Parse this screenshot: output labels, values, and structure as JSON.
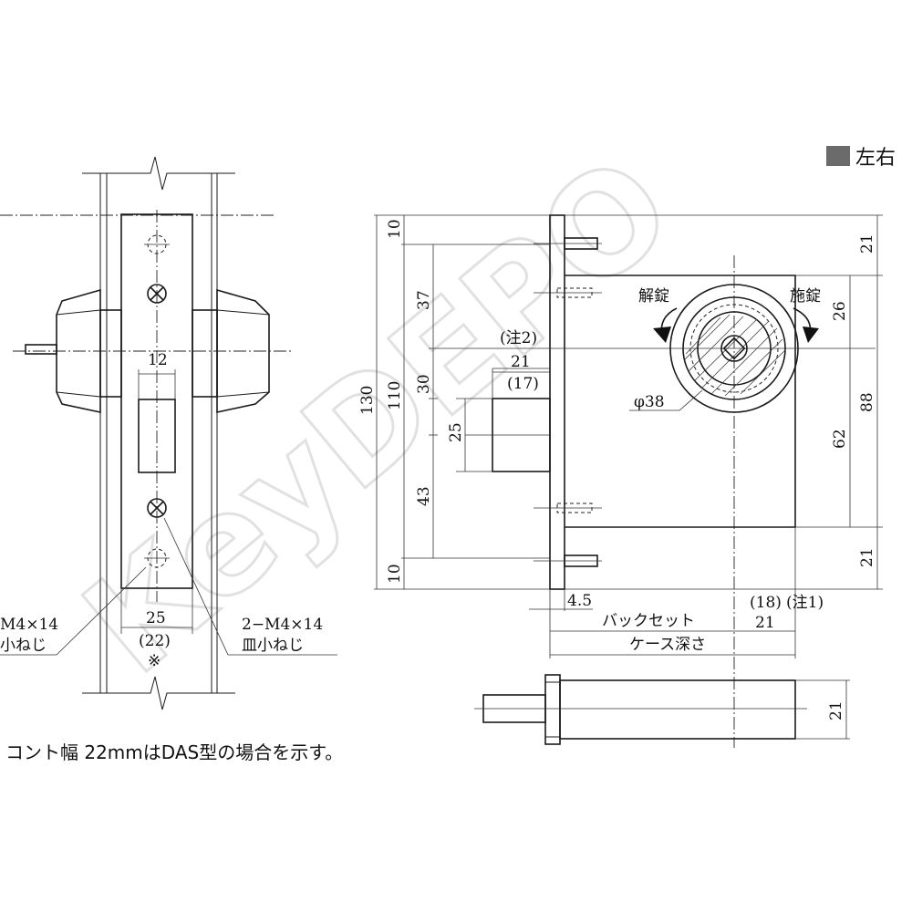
{
  "header": {
    "legend_square_color": "#6b6b6b",
    "legend_text": "左右"
  },
  "front_view": {
    "dim_12": "12",
    "dim_25": "25",
    "dim_22_paren": "(22)",
    "mark": "※",
    "screw_left_line1": "M4×14",
    "screw_left_line2": "小ねじ",
    "screw_right_line1": "2−M4×14",
    "screw_right_line2": "皿小ねじ"
  },
  "side_view": {
    "dim_130": "130",
    "dim_110": "110",
    "dim_10_top": "10",
    "dim_37": "37",
    "dim_30": "30",
    "dim_25": "25",
    "dim_43": "43",
    "dim_10_bottom": "10",
    "note2": "(注2)",
    "dim_21_bolt": "21",
    "dim_17_paren": "(17)",
    "dim_4_5": "4.5",
    "backset_label": "バックセット",
    "dim_18_paren": "(18)",
    "note1": "(注1)",
    "dim_21_bottom": "21",
    "case_depth_label": "ケース深さ",
    "unlock_label": "解錠",
    "lock_label": "施錠",
    "diameter_label": "φ38",
    "dim_21_right_top": "21",
    "dim_26": "26",
    "dim_88": "88",
    "dim_62": "62",
    "dim_21_right_bottom": "21",
    "dim_21_bottom_view": "21"
  },
  "footnote": "コント幅 22mmはDAS型の場合を示す。",
  "watermark": "KeyDEPO"
}
